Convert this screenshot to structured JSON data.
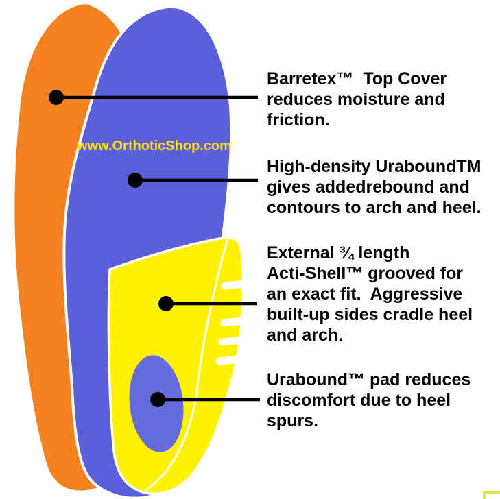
{
  "page": {
    "background": "#FFFFFF"
  },
  "diagram": {
    "watermark": {
      "text": "www.OrthoticShop.com",
      "color": "#FFE000"
    },
    "layers": [
      {
        "name": "outsole-base",
        "color": "#F58220"
      },
      {
        "name": "urabound-insole",
        "color": "#5B5FD9"
      },
      {
        "name": "acti-shell",
        "color": "#FFF200"
      },
      {
        "name": "heel-pad",
        "color": "#666BDD"
      }
    ],
    "colors": {
      "leader": "#000000",
      "text": "#000000",
      "seam": "#FFFFFF",
      "corner_mark": "#D8E94C"
    },
    "annotations": [
      {
        "target": "top-cover",
        "text": "Barretex™  Top Cover\nreduces moisture and\nfriction."
      },
      {
        "target": "midsole",
        "text": "High-density UraboundTM\ngives addedrebound and\ncontours to arch and heel."
      },
      {
        "target": "shell",
        "text": "External ¾ length\nActi-Shell™ grooved for\nan exact fit.  Aggressive\nbuilt-up sides cradle heel\nand arch."
      },
      {
        "target": "heel-pad",
        "text": "Urabound™ pad reduces\ndiscomfort due to heel\nspurs."
      }
    ]
  }
}
